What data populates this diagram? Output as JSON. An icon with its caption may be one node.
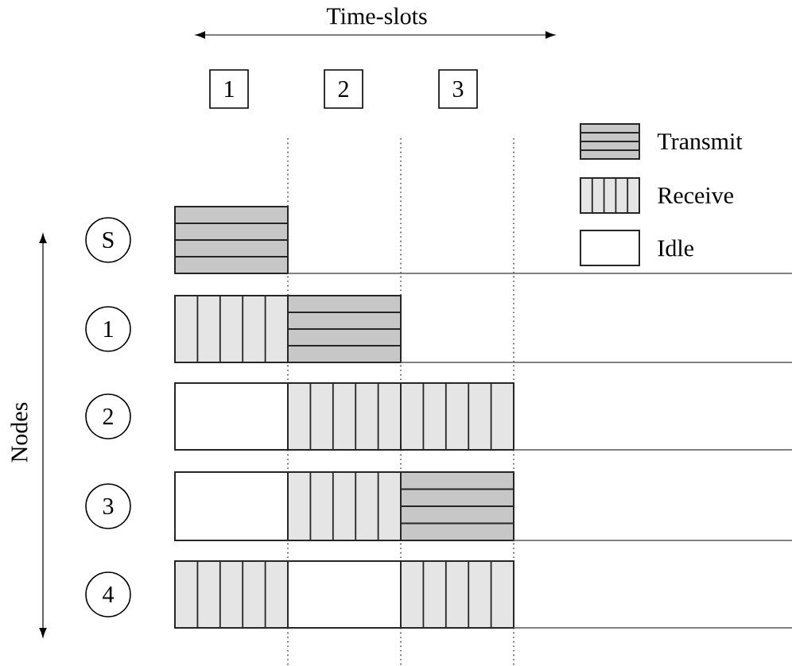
{
  "diagram": {
    "nodes": [
      {
        "text": [
          "1"
        ]
      },
      {
        "text": [
          "2"
        ]
      },
      {
        "text": [
          "3"
        ]
      },
      {
        "text": [
          "S"
        ]
      },
      {
        "text": [
          "1"
        ]
      },
      {
        "text": [
          "2"
        ]
      },
      {
        "text": [
          "3"
        ]
      },
      {
        "text": [
          "4"
        ]
      }
    ],
    "labels": [
      "Time-slots",
      "Nodes"
    ],
    "legend": [
      {
        "text": "Transmit"
      },
      {
        "text": "Receive"
      },
      {
        "text": "Idle"
      }
    ]
  }
}
